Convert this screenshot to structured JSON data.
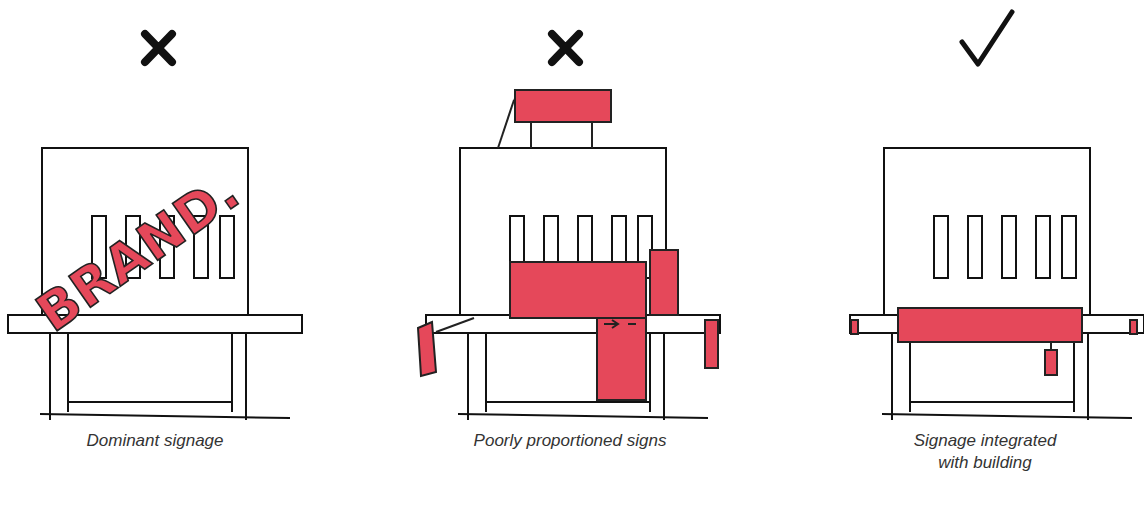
{
  "diagram": {
    "labels": [
      "BRAND.",
      "Dominant signage",
      "Poorly proportioned signs",
      "Signage integrated with building"
    ]
  }
}
